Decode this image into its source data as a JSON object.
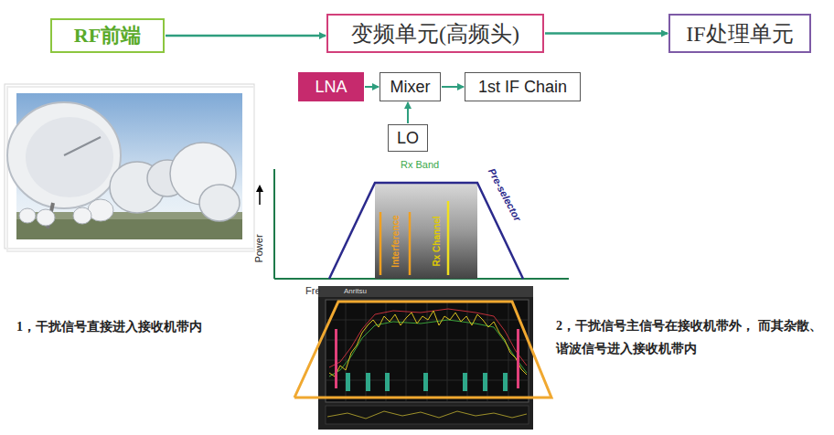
{
  "diagram": {
    "nodes": [
      {
        "text": [
          "RF前端"
        ]
      },
      {
        "text": [
          "变频单元(高频头)"
        ]
      },
      {
        "text": [
          "IF处理单元"
        ]
      },
      {
        "text": [
          "LNA"
        ]
      },
      {
        "text": [
          "Mixer"
        ]
      },
      {
        "text": [
          "1st IF Chain"
        ]
      },
      {
        "text": [
          "LO"
        ]
      }
    ],
    "edges": [
      {
        "from": 0,
        "to": 1,
        "arrow": "to"
      },
      {
        "from": 1,
        "to": 2,
        "arrow": "to"
      },
      {
        "from": 3,
        "to": 4,
        "arrow": "to"
      },
      {
        "from": 4,
        "to": 5,
        "arrow": "to"
      },
      {
        "from": 6,
        "to": 4,
        "arrow": "to"
      }
    ],
    "labels": [
      "Rx Band",
      "Pre-selector",
      "Interference",
      "Rx Channel",
      "Power",
      "Fre",
      "Anritsu",
      "1，干扰信号直接进入接收机带内",
      "2，干扰信号主信号在接收机带外， 而其杂散、谐波信号进入接收机带内"
    ]
  }
}
